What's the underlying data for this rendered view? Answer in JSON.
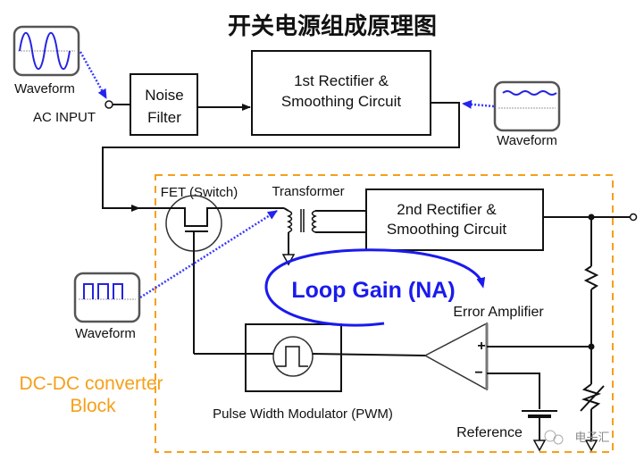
{
  "title": "开关电源组成原理图",
  "ac_input": {
    "label": "AC INPUT",
    "waveform_label": "Waveform",
    "waveform_type": "sine-icon"
  },
  "blocks": {
    "noise_filter": {
      "line1": "Noise",
      "line2": "Filter"
    },
    "rectifier1": {
      "line1": "1st Rectifier &",
      "line2": "Smoothing Circuit",
      "waveform_label": "Waveform",
      "waveform_type": "ripple-dc-icon"
    },
    "fet": {
      "label": "FET (Switch)",
      "waveform_label": "Waveform",
      "waveform_type": "square-wave-icon"
    },
    "transformer": {
      "label": "Transformer"
    },
    "rectifier2": {
      "line1": "2nd Rectifier &",
      "line2": "Smoothing Circuit"
    },
    "pwm": {
      "label": "Pulse Width Modulator (PWM)"
    },
    "error_amp": {
      "label": "Error Amplifier",
      "plus": "+",
      "minus": "−"
    },
    "reference": {
      "label": "Reference"
    }
  },
  "loop_gain": {
    "label": "Loop Gain (NA)"
  },
  "dcdc_block": {
    "line1": "DC-DC converter",
    "line2": "Block"
  },
  "colors": {
    "loop": "#1a1aee",
    "dcdc_border": "#f5a01a",
    "waveform_link": "#3a3aff"
  },
  "watermark": {
    "text": "电子汇"
  }
}
